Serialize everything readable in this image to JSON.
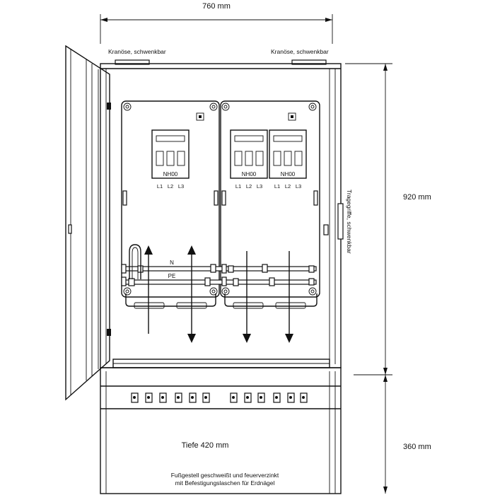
{
  "dimensions": {
    "width_label": "760 mm",
    "height_upper_label": "920 mm",
    "height_lower_label": "360 mm"
  },
  "labels": {
    "crane_eye_left": "Kranöse, schwenkbar",
    "crane_eye_right": "Kranöse, schwenkbar",
    "carry_handle": "Tragegriffe, schwenkbar",
    "depth": "Tiefe 420 mm",
    "base_line1": "Fußgestell geschweißt und feuerverzinkt",
    "base_line2": "mit Befestigungslaschen für Erdnägel",
    "neutral_bar": "N",
    "earth_bar": "PE"
  },
  "fuse_units": [
    {
      "type_label": "NH00",
      "phases": [
        "L1",
        "L2",
        "L3"
      ]
    },
    {
      "type_label": "NH00",
      "phases": [
        "L1",
        "L2",
        "L3"
      ]
    },
    {
      "type_label": "NH00",
      "phases": [
        "L1",
        "L2",
        "L3"
      ]
    }
  ]
}
